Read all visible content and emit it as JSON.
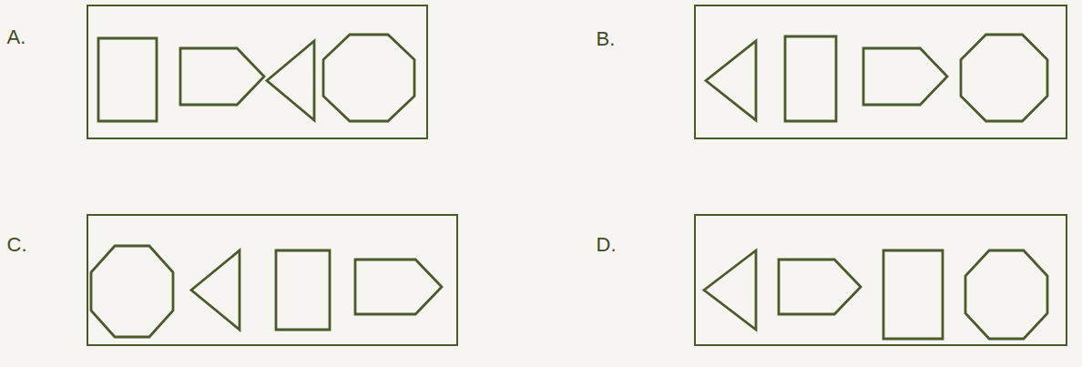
{
  "diagram": {
    "nodes": [
      {
        "text": [
          "A."
        ]
      },
      {
        "text": [
          "B."
        ]
      },
      {
        "text": [
          "C."
        ]
      },
      {
        "text": [
          "D."
        ]
      }
    ]
  }
}
